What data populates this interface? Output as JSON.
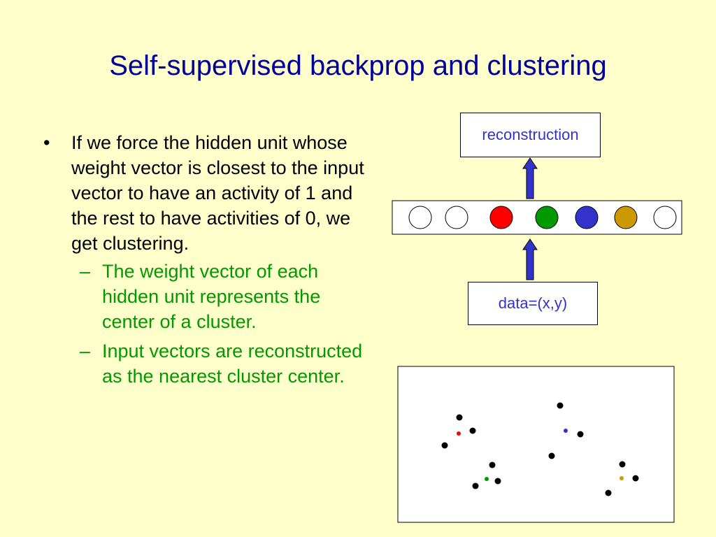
{
  "slide": {
    "title": "Self-supervised backprop and clustering",
    "bullet": "If we force the hidden unit whose weight vector is closest to the input vector to have an activity of 1 and the rest to have activities of 0, we get clustering.",
    "sub_bullets": [
      "The weight vector of each hidden unit represents the center of a cluster.",
      "Input vectors are reconstructed as the nearest cluster center."
    ]
  },
  "diagram": {
    "output_label": "reconstruction",
    "input_label": "data=(x,y)",
    "hidden_units": [
      "#FFFFFF",
      "#FFFFFF",
      "#FF0000",
      "#009900",
      "#3333CC",
      "#CC9900",
      "#FFFFFF"
    ],
    "arrow_color": "#3333CC"
  },
  "colors": {
    "background": "#FFFFCC",
    "title": "#000099",
    "sub_bullet_text": "#009900",
    "data_point": "#000000"
  },
  "chart_data": {
    "type": "scatter",
    "series": [
      {
        "color": "#000000",
        "points": [
          [
            88,
            73
          ],
          [
            107,
            92
          ],
          [
            67,
            113
          ],
          [
            135,
            141
          ],
          [
            111,
            171
          ],
          [
            143,
            164
          ],
          [
            232,
            56
          ],
          [
            261,
            97
          ],
          [
            220,
            128
          ],
          [
            321,
            140
          ],
          [
            340,
            160
          ],
          [
            301,
            181
          ]
        ]
      },
      {
        "color": "#FF0000",
        "points": [
          [
            87,
            96
          ]
        ]
      },
      {
        "color": "#009900",
        "points": [
          [
            127,
            161
          ]
        ]
      },
      {
        "color": "#3333CC",
        "points": [
          [
            240,
            92
          ]
        ]
      },
      {
        "color": "#CC9900",
        "points": [
          [
            320,
            160
          ]
        ]
      }
    ],
    "xlim": [
      0,
      395
    ],
    "ylim": [
      0,
      223
    ]
  }
}
